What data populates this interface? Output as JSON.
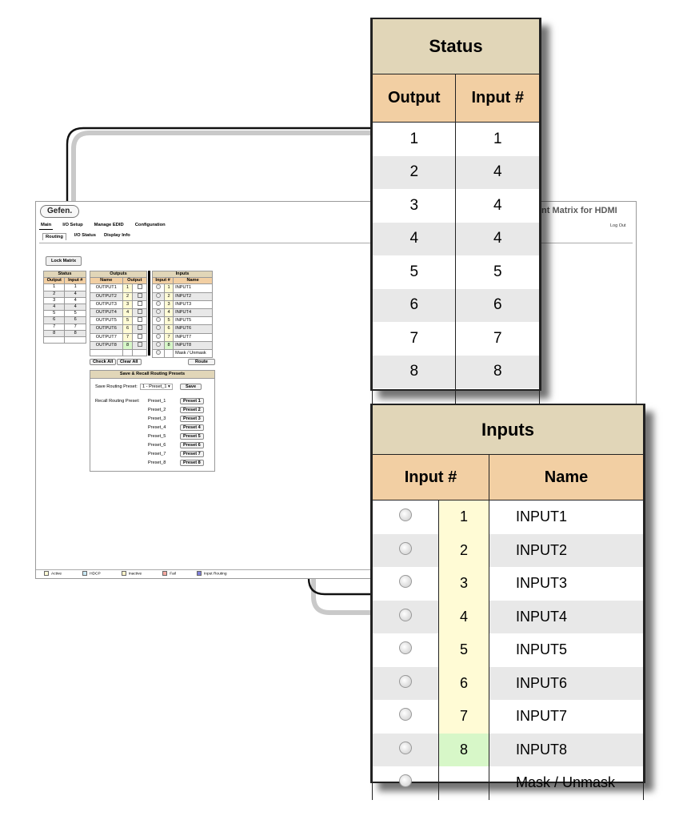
{
  "app": {
    "logo": "Gefen",
    "title": "nt Matrix for HDMI",
    "logout": "Log Out",
    "main_tabs": [
      "Main",
      "I/O Setup",
      "Manage EDID",
      "Configuration"
    ],
    "sub_tabs": [
      "Routing",
      "I/O Status",
      "Display Info"
    ],
    "lock_matrix": "Lock Matrix",
    "status_table": {
      "title": "Status",
      "headers": [
        "Output",
        "Input #"
      ],
      "rows": [
        [
          "1",
          "1"
        ],
        [
          "2",
          "4"
        ],
        [
          "3",
          "4"
        ],
        [
          "4",
          "4"
        ],
        [
          "5",
          "5"
        ],
        [
          "6",
          "6"
        ],
        [
          "7",
          "7"
        ],
        [
          "8",
          "8"
        ]
      ]
    },
    "outputs_table": {
      "title": "Outputs",
      "headers": [
        "Name",
        "Output"
      ],
      "rows": [
        [
          "OUTPUT1",
          "1"
        ],
        [
          "OUTPUT2",
          "2"
        ],
        [
          "OUTPUT3",
          "3"
        ],
        [
          "OUTPUT4",
          "4"
        ],
        [
          "OUTPUT5",
          "5"
        ],
        [
          "OUTPUT6",
          "6"
        ],
        [
          "OUTPUT7",
          "7"
        ],
        [
          "OUTPUT8",
          "8"
        ]
      ]
    },
    "inputs_table": {
      "title": "Inputs",
      "headers": [
        "Input #",
        "Name"
      ],
      "rows": [
        [
          "1",
          "INPUT1"
        ],
        [
          "2",
          "INPUT2"
        ],
        [
          "3",
          "INPUT3"
        ],
        [
          "4",
          "INPUT4"
        ],
        [
          "5",
          "INPUT5"
        ],
        [
          "6",
          "INPUT6"
        ],
        [
          "7",
          "INPUT7"
        ],
        [
          "8",
          "INPUT8"
        ],
        [
          "",
          "Mask / Unmask"
        ]
      ]
    },
    "check_all": "Check All",
    "clear_all": "Clear All",
    "route": "Route",
    "presets": {
      "title": "Save & Recall Routing Presets",
      "save_label": "Save Routing Preset:",
      "save_select": "1 - Preset_1",
      "save_button": "Save",
      "recall_label": "Recall Routing Preset:",
      "items": [
        {
          "name": "Preset_1",
          "button": "Preset 1"
        },
        {
          "name": "Preset_2",
          "button": "Preset 2"
        },
        {
          "name": "Preset_3",
          "button": "Preset 3"
        },
        {
          "name": "Preset_4",
          "button": "Preset 4"
        },
        {
          "name": "Preset_5",
          "button": "Preset 5"
        },
        {
          "name": "Preset_6",
          "button": "Preset 6"
        },
        {
          "name": "Preset_7",
          "button": "Preset 7"
        },
        {
          "name": "Preset_8",
          "button": "Preset 8"
        }
      ]
    },
    "legend": [
      "Active",
      "HDCP",
      "Inactive",
      "Fail",
      "Input Routing"
    ],
    "legend_colors": [
      "#fffbd5",
      "#c8e8f4",
      "#fff3c8",
      "#f4a8a0",
      "#7f7fd8"
    ]
  },
  "status_zoom": {
    "title": "Status",
    "headers": [
      "Output",
      "Input #"
    ],
    "rows": [
      [
        "1",
        "1"
      ],
      [
        "2",
        "4"
      ],
      [
        "3",
        "4"
      ],
      [
        "4",
        "4"
      ],
      [
        "5",
        "5"
      ],
      [
        "6",
        "6"
      ],
      [
        "7",
        "7"
      ],
      [
        "8",
        "8"
      ]
    ]
  },
  "inputs_zoom": {
    "title": "Inputs",
    "headers": [
      "Input #",
      "Name"
    ],
    "rows": [
      [
        "1",
        "INPUT1"
      ],
      [
        "2",
        "INPUT2"
      ],
      [
        "3",
        "INPUT3"
      ],
      [
        "4",
        "INPUT4"
      ],
      [
        "5",
        "INPUT5"
      ],
      [
        "6",
        "INPUT6"
      ],
      [
        "7",
        "INPUT7"
      ],
      [
        "8",
        "INPUT8"
      ],
      [
        "",
        "Mask / Unmask"
      ]
    ]
  },
  "colors": {
    "header_tan": "#e1d6b8",
    "header_peach": "#f2cfa3",
    "row_shade": "#e8e8e8",
    "active_yellow": "#fffbd5",
    "active_green": "#d7f7c8"
  }
}
